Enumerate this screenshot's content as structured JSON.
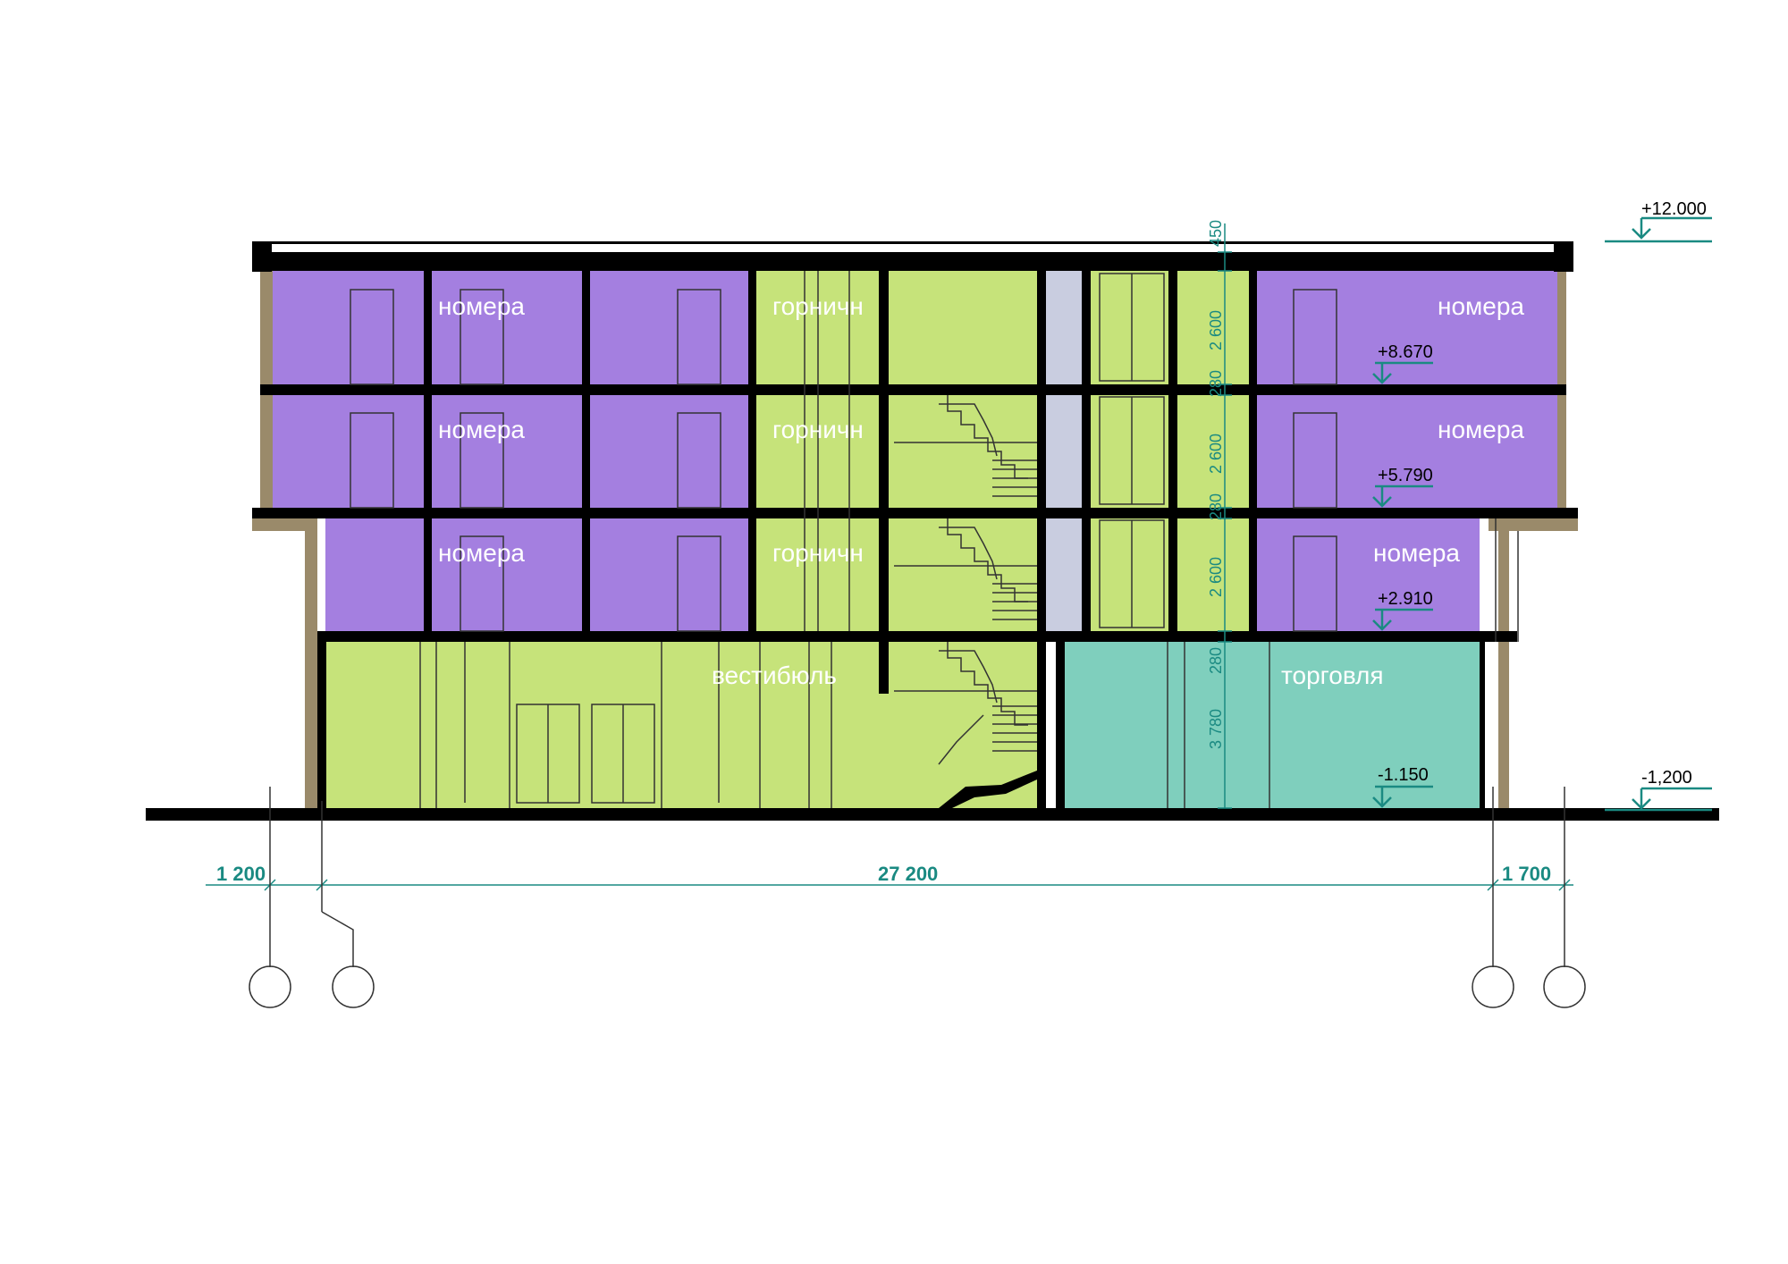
{
  "colors": {
    "rooms": "#a47fe0",
    "service": "#c6e37a",
    "retail": "#7fcfbd",
    "shaft": "#c9cde0",
    "structure": "#000000",
    "wall": "#9a8a6a",
    "dimension": "#1a8a82"
  },
  "rooms": {
    "floor4_left": "номера",
    "floor4_center": "горничн",
    "floor4_right": "номера",
    "floor3_left": "номера",
    "floor3_center": "горничн",
    "floor3_right": "номера",
    "floor2_left": "номера",
    "floor2_center": "горничн",
    "floor2_right": "номера",
    "floor1_lobby": "вестибюль",
    "floor1_retail": "торговля"
  },
  "levels": {
    "roof": "+12.000",
    "floor4": "+8.670",
    "floor3": "+5.790",
    "floor2": "+2.910",
    "floor1": "-1.150",
    "ground": "-1,200"
  },
  "vertical_dims": {
    "parapet": "450",
    "h4": "2 600",
    "s4": "280",
    "h3": "2 600",
    "s3": "280",
    "h2": "2 600",
    "s2": "280",
    "h1": "3 780"
  },
  "horizontal_dims": {
    "left": "1 200",
    "main": "27 200",
    "right": "1 700"
  }
}
